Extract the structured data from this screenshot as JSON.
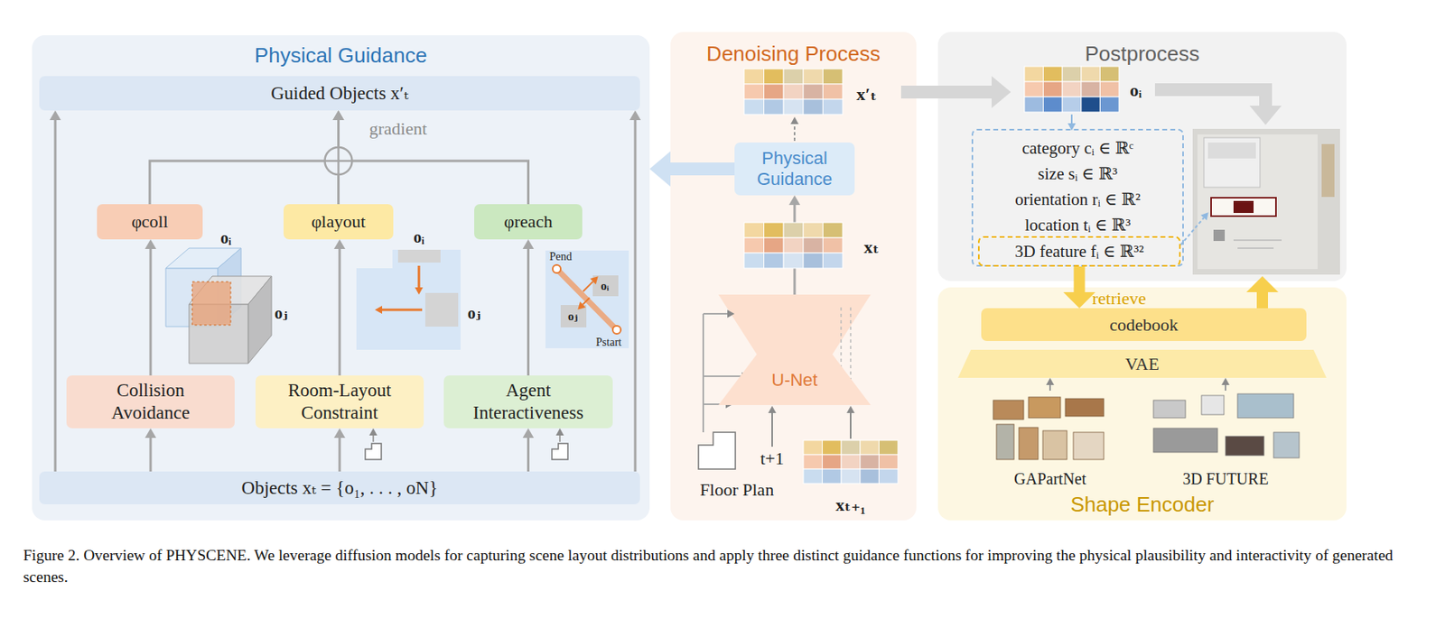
{
  "diagram": {
    "caption": "Figure 2. Overview of PHYSCENE. We leverage diffusion models for capturing scene layout distributions and apply three distinct guidance functions for improving the physical plausibility and interactivity of generated scenes.",
    "nodes": [
      {
        "text": [
          "Physical Guidance"
        ]
      },
      {
        "text": [
          "Guided Objects x′ₜ"
        ],
        "in": 0
      },
      {
        "text": [
          "φcoll"
        ],
        "in": 0
      },
      {
        "text": [
          "φlayout"
        ],
        "in": 0
      },
      {
        "text": [
          "φreach"
        ],
        "in": 0
      },
      {
        "text": [
          "Collision Avoidance"
        ],
        "in": 0
      },
      {
        "text": [
          "Room-Layout Constraint"
        ],
        "in": 0
      },
      {
        "text": [
          "Agent Interactiveness"
        ],
        "in": 0
      },
      {
        "text": [
          "Objects xₜ = {o₁, . . . , oN}"
        ],
        "in": 0
      },
      {
        "text": [
          "Denoising Process"
        ]
      },
      {
        "text": [
          "Physical Guidance"
        ],
        "in": 9
      },
      {
        "text": [
          "U-Net"
        ],
        "in": 9
      },
      {
        "text": [
          "Postprocess"
        ]
      },
      {
        "text": [
          "category cᵢ ∈ ℝᶜ",
          "size sᵢ ∈ ℝ³",
          "orientation rᵢ ∈ ℝ²",
          "location tᵢ ∈ ℝ³"
        ],
        "in": 12
      },
      {
        "text": [
          "3D feature fᵢ ∈ ℝ³²"
        ],
        "in": 13
      },
      {
        "text": [
          "Shape Encoder"
        ]
      },
      {
        "text": [
          "codebook"
        ],
        "in": 15
      },
      {
        "text": [
          "VAE"
        ],
        "in": 15
      }
    ],
    "edges": [
      {
        "from": 8,
        "to": 5,
        "arrow": "to"
      },
      {
        "from": 8,
        "to": 6,
        "arrow": "to"
      },
      {
        "from": 8,
        "to": 7,
        "arrow": "to"
      },
      {
        "from": 5,
        "to": 2,
        "arrow": "to"
      },
      {
        "from": 6,
        "to": 3,
        "arrow": "to"
      },
      {
        "from": 7,
        "to": 4,
        "arrow": "to"
      },
      {
        "from": 2,
        "to": 1,
        "arrow": "to"
      },
      {
        "from": 3,
        "to": 1,
        "arrow": "to"
      },
      {
        "from": 4,
        "to": 1,
        "arrow": "to"
      },
      {
        "from": 8,
        "to": 1,
        "arrow": "to"
      },
      {
        "from": 8,
        "to": 1,
        "arrow": "to"
      },
      {
        "from": 11,
        "to": 10,
        "arrow": "to"
      },
      {
        "from": 10,
        "to": 0,
        "arrow": "to"
      },
      {
        "from": 14,
        "to": 16,
        "label": "retrieve",
        "arrow": "to"
      }
    ],
    "labels": [
      "gradient",
      "oᵢ",
      "oⱼ",
      "oᵢ",
      "oⱼ",
      "Pend",
      "oᵢ",
      "oⱼ",
      "Pstart",
      "x′ₜ",
      "xₜ",
      "t+1",
      "Floor Plan",
      "xₜ₊₁",
      "oᵢ",
      "GAPartNet",
      "3D FUTURE"
    ]
  }
}
